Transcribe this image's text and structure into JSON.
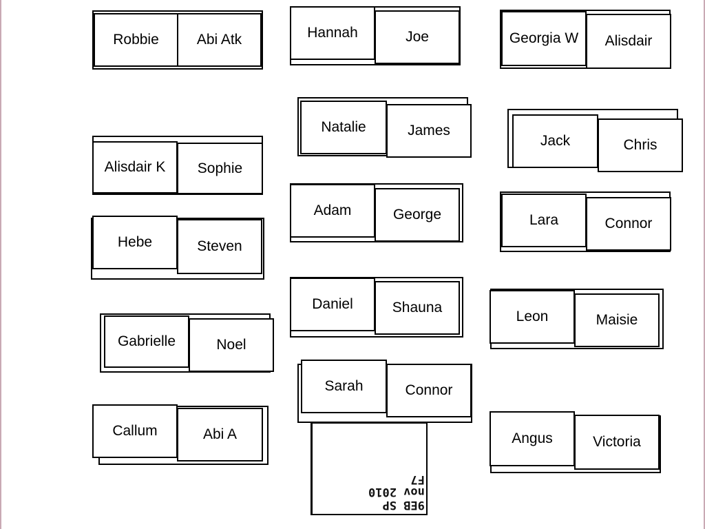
{
  "desks": {
    "robbie": "Robbie",
    "abi_atk": "Abi Atk",
    "hannah": "Hannah",
    "joe": "Joe",
    "georgia_w": "Georgia W",
    "alisdair": "Alisdair",
    "natalie": "Natalie",
    "james": "James",
    "jack": "Jack",
    "chris": "Chris",
    "alisdair_k": "Alisdair K",
    "sophie": "Sophie",
    "adam": "Adam",
    "george": "George",
    "lara": "Lara",
    "connor_right": "Connor",
    "hebe": "Hebe",
    "steven": "Steven",
    "daniel": "Daniel",
    "shauna": "Shauna",
    "leon": "Leon",
    "maisie": "Maisie",
    "gabrielle": "Gabrielle",
    "noel": "Noel",
    "sarah": "Sarah",
    "connor_middle": "Connor",
    "callum": "Callum",
    "abi_a": "Abi A",
    "angus": "Angus",
    "victoria": "Victoria"
  },
  "teacher_desk_label": {
    "line1": "9EB SP",
    "line2": "nov 2010",
    "line3": "F7"
  }
}
